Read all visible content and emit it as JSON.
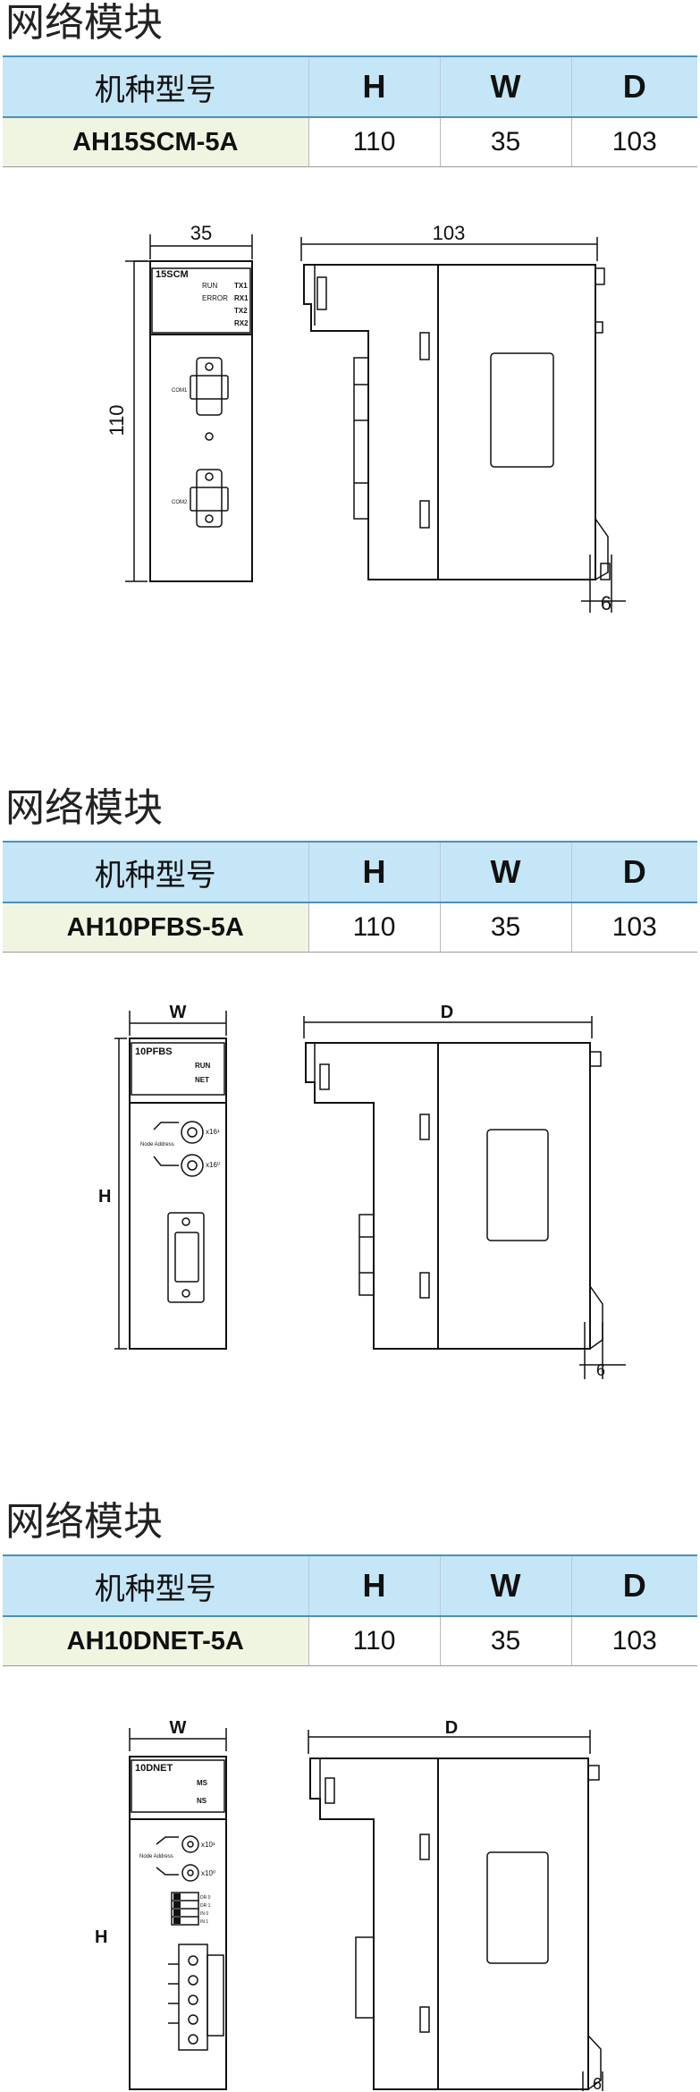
{
  "sections": [
    {
      "title": "网络模块",
      "table": {
        "headers": [
          "机种型号",
          "H",
          "W",
          "D"
        ],
        "row": {
          "model": "AH15SCM-5A",
          "h": "110",
          "w": "35",
          "d": "103"
        }
      },
      "drawing": {
        "front_width_label": "35",
        "side_depth_label": "103",
        "height_label": "110",
        "offset_label": "6",
        "module_name": "15SCM",
        "leds_left": [
          "RUN",
          "ERROR"
        ],
        "leds_right": [
          "TX1",
          "RX1",
          "TX2",
          "RX2"
        ],
        "port1_label": "COM1",
        "port2_label": "COM2"
      }
    },
    {
      "title": "网络模块",
      "table": {
        "headers": [
          "机种型号",
          "H",
          "W",
          "D"
        ],
        "row": {
          "model": "AH10PFBS-5A",
          "h": "110",
          "w": "35",
          "d": "103"
        }
      },
      "drawing": {
        "front_width_label": "W",
        "side_depth_label": "D",
        "height_label": "H",
        "offset_label": "6",
        "module_name": "10PFBS",
        "leds": [
          "RUN",
          "NET"
        ],
        "node_address_label": "Node Address",
        "x10_1": "x16¹",
        "x10_0": "x16⁰"
      }
    },
    {
      "title": "网络模块",
      "table": {
        "headers": [
          "机种型号",
          "H",
          "W",
          "D"
        ],
        "row": {
          "model": "AH10DNET-5A",
          "h": "110",
          "w": "35",
          "d": "103"
        }
      },
      "drawing": {
        "front_width_label": "W",
        "side_depth_label": "D",
        "height_label": "H",
        "offset_label": "6",
        "module_name": "10DNET",
        "leds": [
          "MS",
          "NS"
        ],
        "node_address_label": "Node Address",
        "x10_1": "x10¹",
        "x10_0": "x10⁰",
        "dip_labels": [
          "DR 0",
          "DR 1",
          "IN 0",
          "IN 1"
        ]
      }
    }
  ]
}
